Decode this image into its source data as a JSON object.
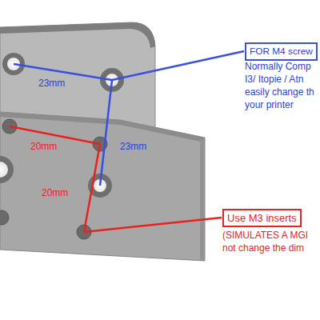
{
  "diagram": {
    "nodes": [
      {
        "text": [
          "FOR M4 screw"
        ]
      },
      {
        "text": [
          "Use M3 inserts"
        ]
      }
    ],
    "labels": [
      "Normally Comp",
      "I3/ Itopie / Atn",
      "easily change th",
      "your printer",
      "23mm",
      "20mm",
      "23mm",
      "20mm",
      "(SIMULATES A MGI",
      "not change the dim"
    ]
  }
}
